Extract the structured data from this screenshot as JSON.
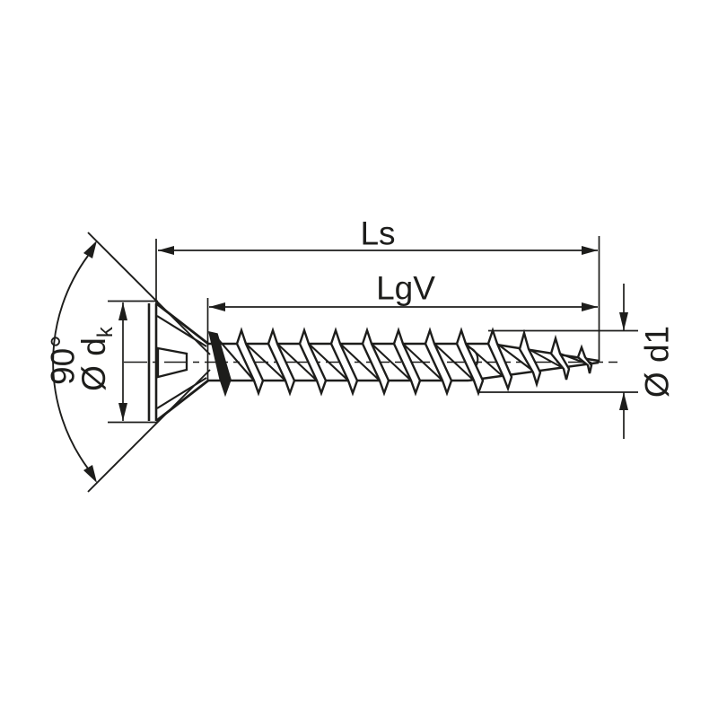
{
  "drawing": {
    "description": "Technical dimension drawing of a countersunk wood screw, side view",
    "background_color": "#ffffff",
    "line_color": "#1d1d1b",
    "labels": {
      "total_length": "Ls",
      "thread_length": "LgV",
      "head_angle": "90°",
      "head_diameter_base": "Ø d",
      "head_diameter_subscript": "k",
      "core_diameter": "Ø d1"
    }
  }
}
